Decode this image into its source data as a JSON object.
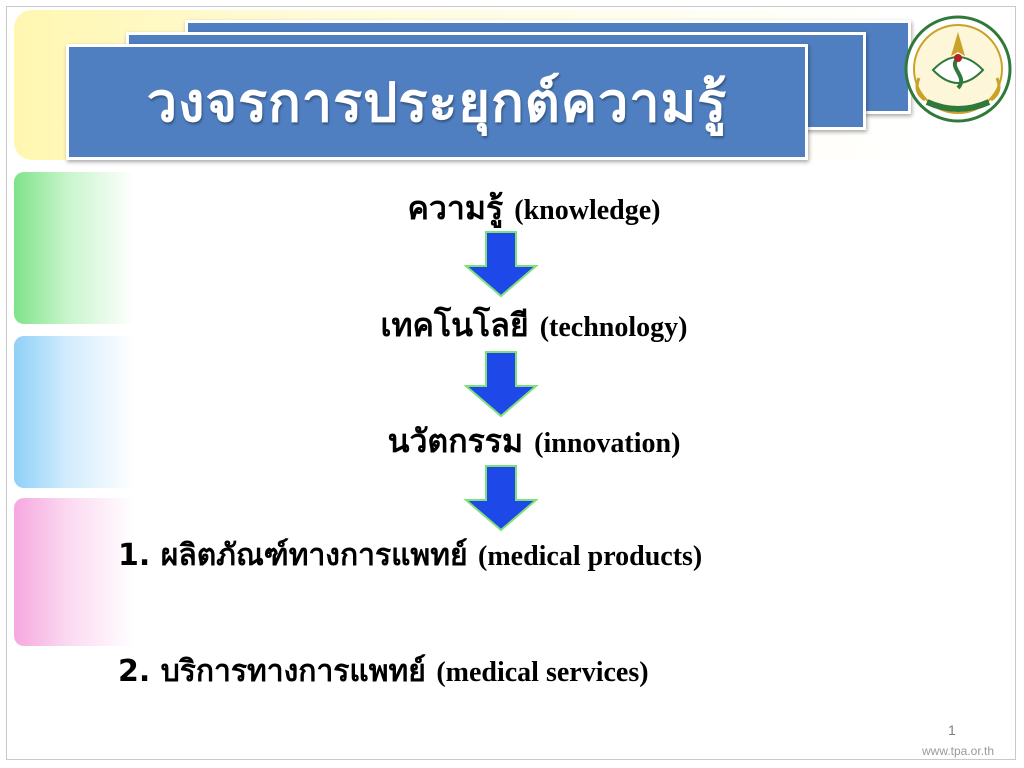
{
  "slide": {
    "title": "วงจรการประยุกต์ความรู้",
    "items": [
      {
        "thai": "ความรู้",
        "english": "(knowledge)"
      },
      {
        "thai": "เทคโนโลยี",
        "english": "(technology)"
      },
      {
        "thai": "นวัตกรรม",
        "english": "(innovation)"
      }
    ],
    "outcomes": [
      {
        "number": "1.",
        "thai": "ผลิตภัณฑ์ทางการแพทย์",
        "english": "(medical products)"
      },
      {
        "number": "2.",
        "thai": "บริการทางการแพทย์",
        "english": "(medical services)"
      }
    ],
    "page_number": "1",
    "watermark": "www.tpa.or.th"
  },
  "logo": {
    "name": "circular-emblem-logo"
  },
  "colors": {
    "banner": "#4f7fc0",
    "arrow": "#1f48e8",
    "arrow_edge": "#7ee07a",
    "side_green": "#7fe38a",
    "side_blue": "#8fd0f7",
    "side_pink": "#f6a8df",
    "top_band": "#fff7b0"
  }
}
